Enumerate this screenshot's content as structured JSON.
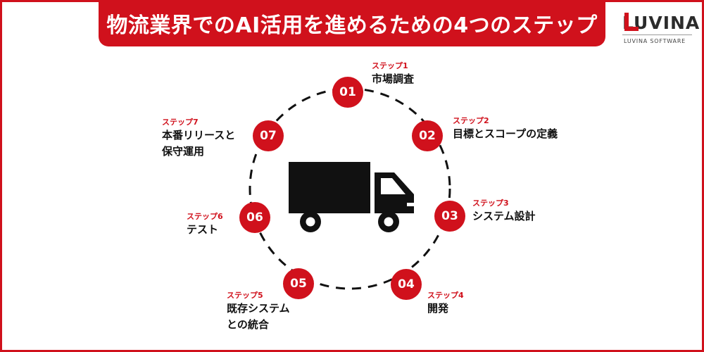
{
  "header": {
    "title": "物流業界でのAI活用を進めるための4つのステップ"
  },
  "logo": {
    "wordmark": "LUVINA",
    "tagline": "LUVINA SOFTWARE"
  },
  "colors": {
    "accent": "#d0111c",
    "text": "#111111",
    "truck": "#111111"
  },
  "icons": {
    "center": "truck-icon"
  },
  "steps": [
    {
      "number": "01",
      "kicker": "ステップ1",
      "lines": [
        "市場調査"
      ]
    },
    {
      "number": "02",
      "kicker": "ステップ2",
      "lines": [
        "目標とスコープの定義"
      ]
    },
    {
      "number": "03",
      "kicker": "ステップ3",
      "lines": [
        "システム設計"
      ]
    },
    {
      "number": "04",
      "kicker": "ステップ4",
      "lines": [
        "開発"
      ]
    },
    {
      "number": "05",
      "kicker": "ステップ5",
      "lines": [
        "既存システム",
        "との統合"
      ]
    },
    {
      "number": "06",
      "kicker": "ステップ6",
      "lines": [
        "テスト"
      ]
    },
    {
      "number": "07",
      "kicker": "ステップ7",
      "lines": [
        "本番リリースと",
        "保守運用"
      ]
    }
  ]
}
